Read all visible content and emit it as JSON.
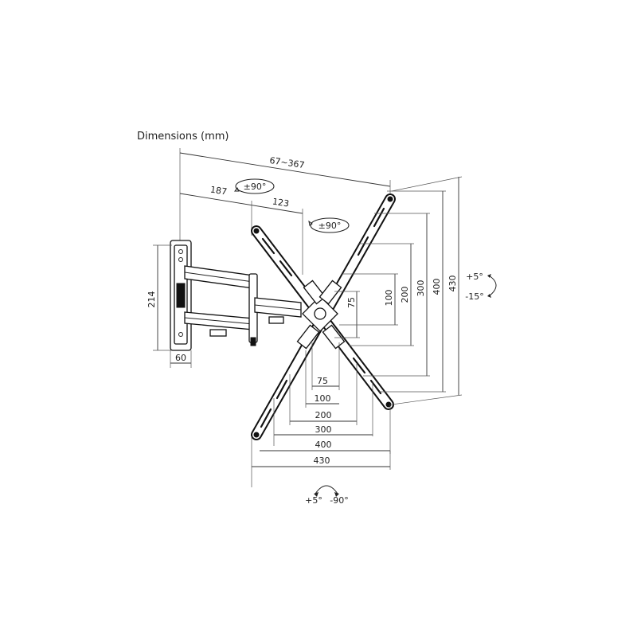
{
  "title": "Dimensions (mm)",
  "dimensions": {
    "arm_extension": "67~367",
    "arm_segment_1": "187",
    "arm_segment_2": "123",
    "wall_plate_height": "214",
    "wall_plate_width": "60",
    "vesa_vertical": [
      "75",
      "100",
      "200",
      "300",
      "400",
      "430"
    ],
    "vesa_horizontal": [
      "75",
      "100",
      "200",
      "300",
      "400",
      "430"
    ]
  },
  "rotations": {
    "arm_rotation": "±90°",
    "plate_rotation": "±90°",
    "tilt_up": "+5°",
    "tilt_down": "-15°",
    "swivel_left": "+5°",
    "swivel_right": "-90°"
  }
}
